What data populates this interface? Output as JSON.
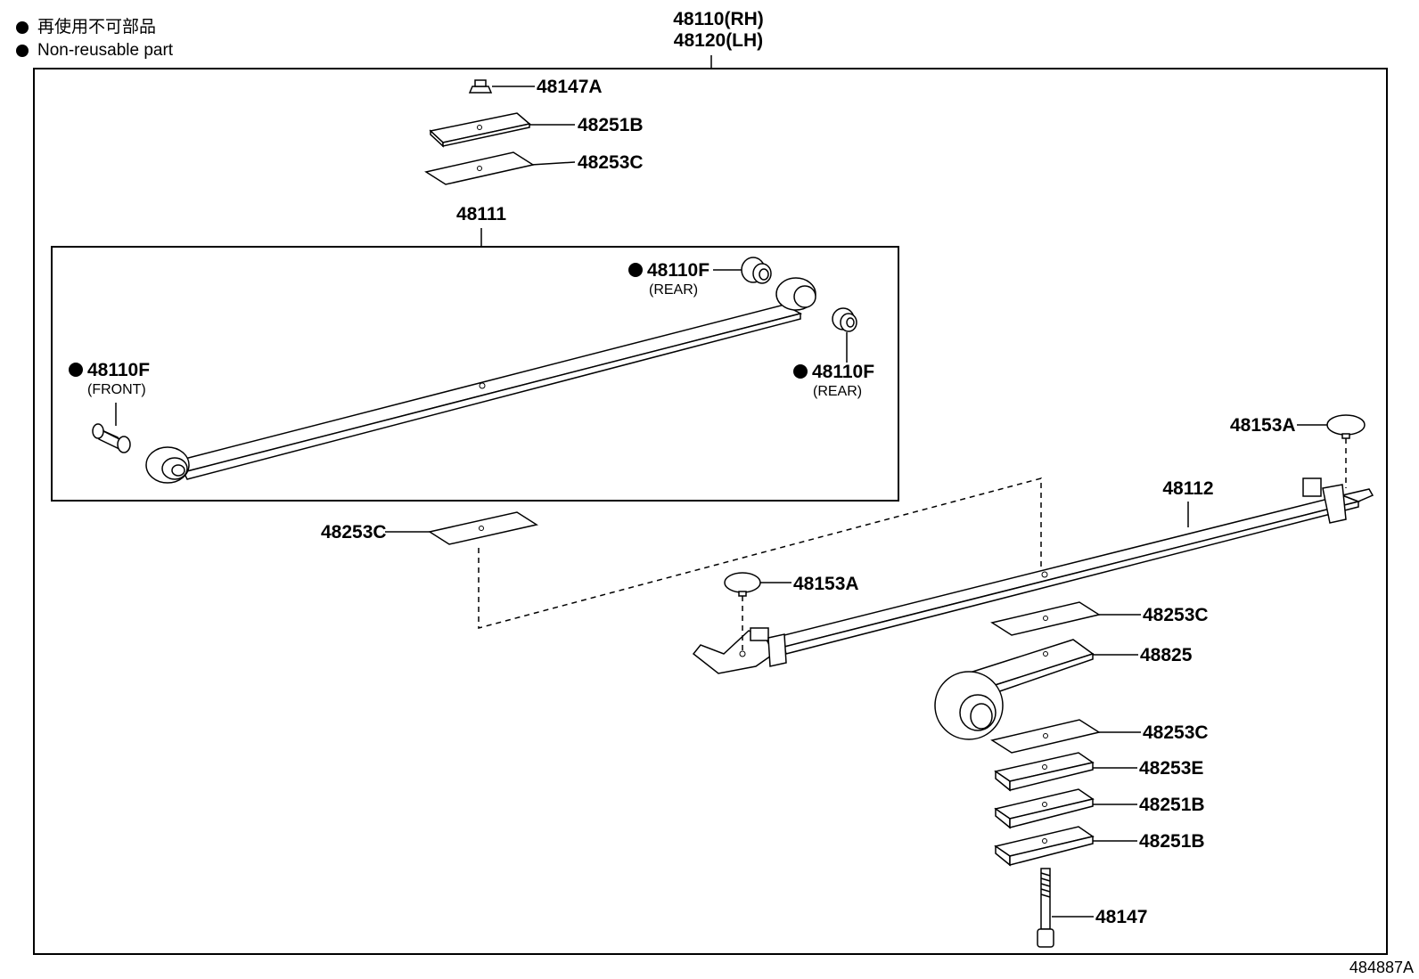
{
  "legend": {
    "line_jp": "再使用不可部品",
    "line_en": "Non-reusable part"
  },
  "assembly": {
    "rh": "48110(RH)",
    "lh": "48120(LH)"
  },
  "leaf1": "48111",
  "leaf2": "48112",
  "labels": {
    "nut": "48147A",
    "pad_top_b": "48251B",
    "pad_top_c": "48253C",
    "bush_rear_1": "48110F",
    "bush_rear_1_sub": "(REAR)",
    "bush_front": "48110F",
    "bush_front_sub": "(FRONT)",
    "bush_rear_2": "48110F",
    "bush_rear_2_sub": "(REAR)",
    "pad_mid_left": "48253C",
    "clip_right": "48153A",
    "clip_left": "48153A",
    "pad_under_1": "48253C",
    "spring_helper": "48825",
    "pad_under_2": "48253C",
    "pad_e": "48253E",
    "pad_b1": "48251B",
    "pad_b2": "48251B",
    "bolt": "48147"
  },
  "figure_id": "484887A"
}
